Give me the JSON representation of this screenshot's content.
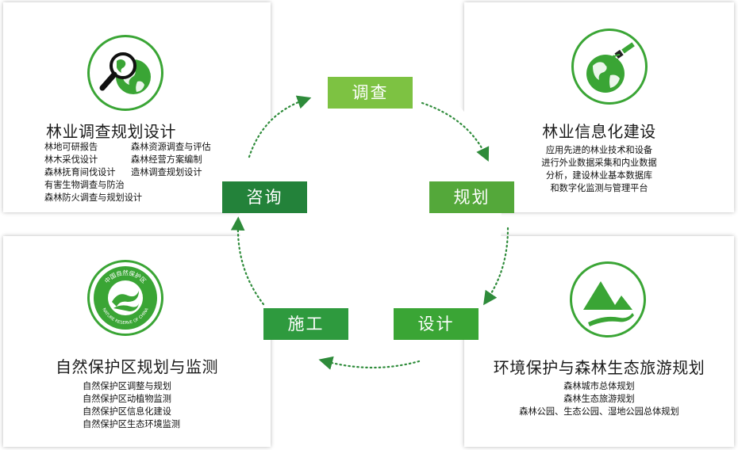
{
  "steps": {
    "survey": "调查",
    "planning": "规划",
    "design": "设计",
    "construction": "施工",
    "consulting": "咨询"
  },
  "panels": {
    "forestry_planning": {
      "title": "林业调查规划设计",
      "left_items": [
        "林地可研报告",
        "林木采伐设计",
        "森林抚育间伐设计",
        "有害生物调查与防治",
        "森林防火调查与规划设计"
      ],
      "right_items": [
        "森林资源调查与评估",
        "森林经营方案编制",
        "造林调查规划设计"
      ]
    },
    "forestry_informatization": {
      "title": "林业信息化建设",
      "lines": [
        "应用先进的林业技术和设备",
        "进行外业数据采集和内业数据",
        "分析，建设林业基本数据库",
        "和数字化监测与管理平台"
      ]
    },
    "nature_reserve": {
      "title": "自然保护区规划与监测",
      "items": [
        "自然保护区调整与规划",
        "自然保护区动植物监测",
        "自然保护区信息化建设",
        "自然保护区生态环境监测"
      ],
      "logo_text_top": "中国自然保护区",
      "logo_text_bottom": "NATURE RESERVE OF CHINA"
    },
    "eco_tourism": {
      "title": "环境保护与森林生态旅游规划",
      "lines": [
        "森林城市总体规划",
        "森林生态旅游规划",
        "森林公园、生态公园、湿地公园总体规划"
      ]
    }
  },
  "colors": {
    "green_light": "#7dc242",
    "green_mid": "#54a83a",
    "green_dark": "#2e8b3a",
    "accent": "#3aa535"
  },
  "icons": [
    "magnifier-globe-icon",
    "satellite-globe-icon",
    "nature-reserve-logo",
    "mountain-river-icon"
  ]
}
